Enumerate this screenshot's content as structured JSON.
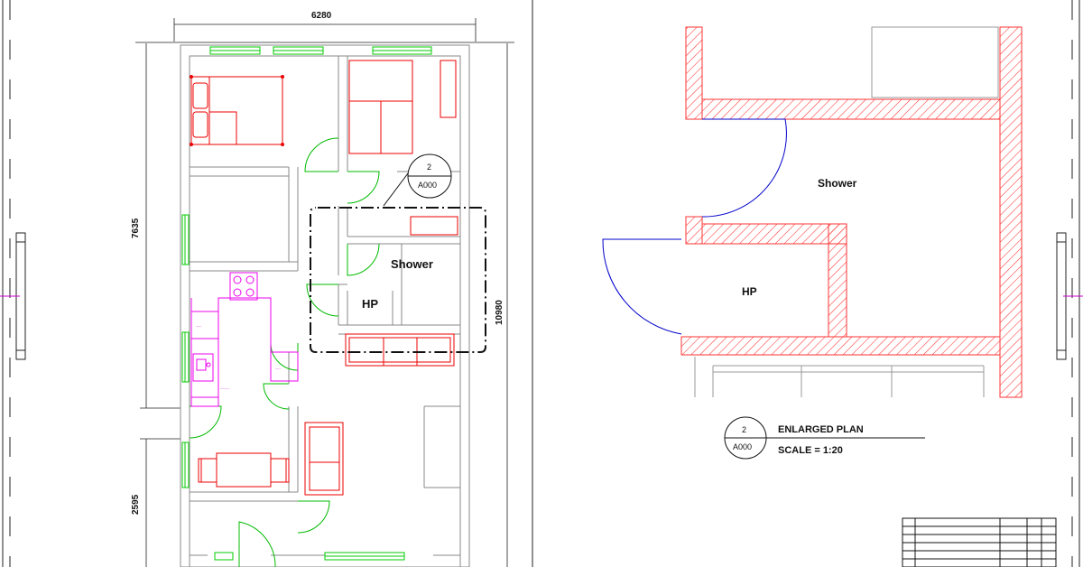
{
  "plan": {
    "dim_width": "6280",
    "dim_height_upper": "7635",
    "dim_height_lower": "2595",
    "dim_height_total": "10980",
    "room_shower": "Shower",
    "room_hp": "HP",
    "callout_number": "2",
    "callout_sheet": "A000"
  },
  "enlarged": {
    "room_shower": "Shower",
    "room_hp": "HP"
  },
  "caption": {
    "number": "2",
    "sheet": "A000",
    "title": "ENLARGED PLAN",
    "scale": "SCALE = 1:20"
  },
  "colors": {
    "wall": "#888888",
    "window": "#00cc00",
    "door": "#00bb00",
    "furniture": "#ee0000",
    "kitchen": "#ee00ee",
    "hatch": "#ff3333",
    "door_enlarged": "#0000cc"
  }
}
